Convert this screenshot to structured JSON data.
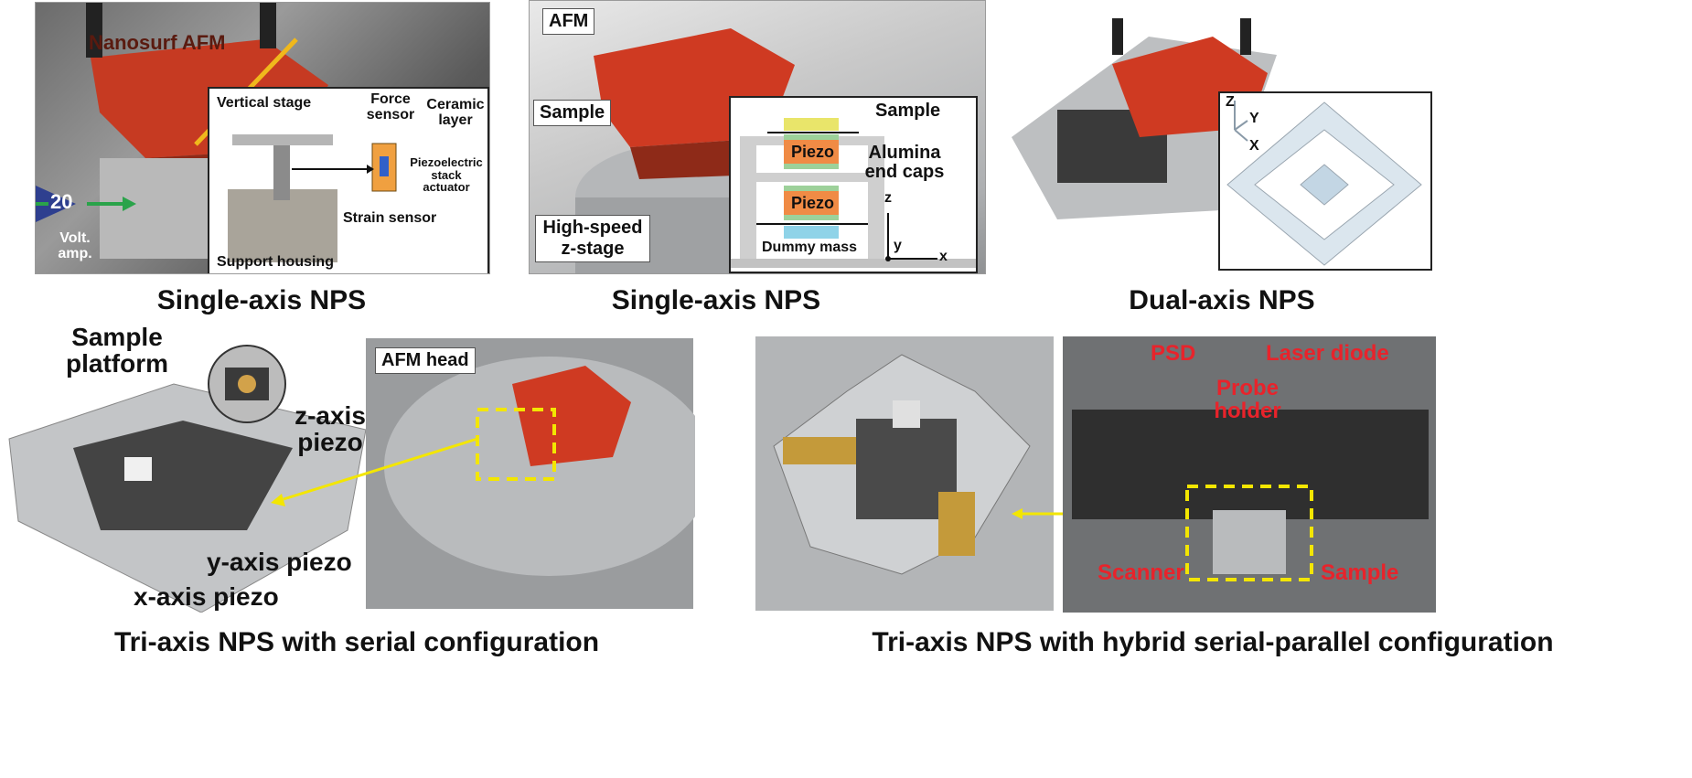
{
  "panels": {
    "p1": {
      "caption": "Single-axis NPS",
      "labels": {
        "nanosurf": "Nanosurf AFM",
        "vertical_stage": "Vertical stage",
        "force_sensor": "Force sensor",
        "ceramic_layer": "Ceramic layer",
        "piezo_stack": "Piezoelectric stack actuator",
        "strain_sensor": "Strain sensor",
        "support_housing": "Support housing",
        "amp_value": "20",
        "amp_label": "Volt. amp."
      }
    },
    "p2": {
      "caption": "Single-axis NPS",
      "labels": {
        "afm": "AFM",
        "sample_photo": "Sample",
        "high_speed": "High-speed z-stage",
        "sample_diagram": "Sample",
        "piezo_top": "Piezo",
        "piezo_bottom": "Piezo",
        "alumina": "Alumina end caps",
        "dummy_mass": "Dummy mass",
        "axis_z": "z",
        "axis_y": "y",
        "axis_x": "x"
      }
    },
    "p3": {
      "caption": "Dual-axis NPS",
      "labels": {
        "axis_z": "Z",
        "axis_y": "Y",
        "axis_x": "X"
      }
    },
    "p4": {
      "caption": "Tri-axis NPS with serial configuration",
      "labels": {
        "sample_platform": "Sample platform",
        "z_piezo": "z-axis piezo",
        "y_piezo": "y-axis piezo",
        "x_piezo": "x-axis piezo",
        "afm_head": "AFM head"
      }
    },
    "p5": {
      "caption": "Tri-axis NPS with hybrid serial-parallel configuration",
      "labels": {
        "psd": "PSD",
        "laser": "Laser diode",
        "probe_holder": "Probe holder",
        "scanner": "Scanner",
        "sample": "Sample"
      }
    }
  },
  "colors": {
    "afm_red": "#d23a22",
    "label_red": "#e8232b",
    "highlight_yellow": "#f3e600",
    "piezo_orange": "#f08b45",
    "arrow_blue": "#2e3f8f"
  }
}
